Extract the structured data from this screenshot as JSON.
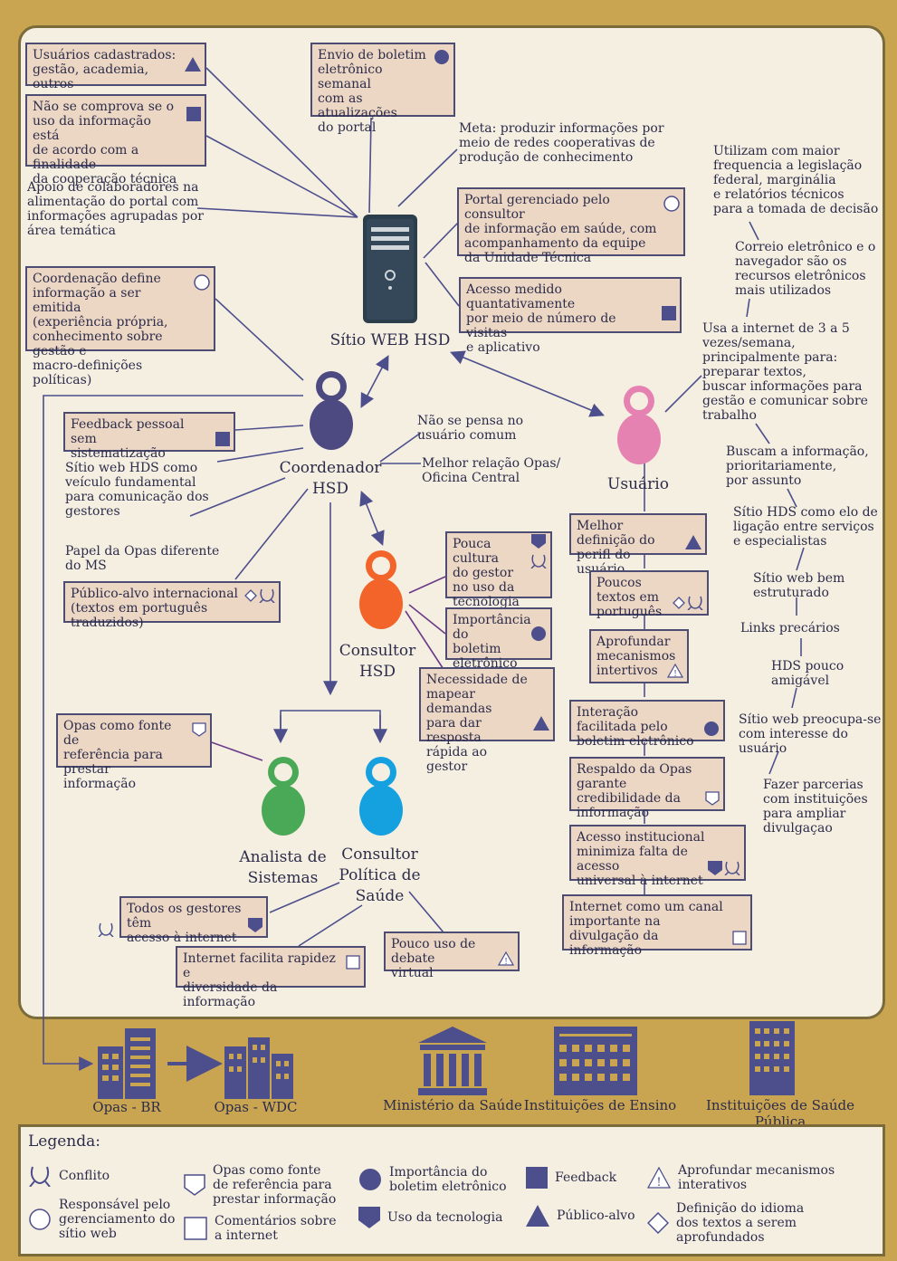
{
  "colors": {
    "accent": "#4d4f8c",
    "gold": "#c9a552",
    "box_fill": "#ecd7c4",
    "panel": "#f5efe2"
  },
  "server": {
    "label": "Sítio WEB HSD"
  },
  "people": {
    "coordinator": "Coordenador\nHSD",
    "user": "Usuário",
    "consultant": "Consultor\nHSD",
    "analyst": "Analista de\nSistemas",
    "policy": "Consultor\nPolítica de\nSaúde"
  },
  "boxes": {
    "usuarios_cadastrados": "Usuários cadastrados:\ngestão, academia, outros",
    "nao_se_comprova": "Não se comprova se o\nuso da informação está\nde acordo com a finalidade\nda cooperação técnica",
    "envio_boletim": "Envio de boletim\neletrônico semanal\ncom as atualizações\ndo portal",
    "portal_gerenciado": "Portal gerenciado pelo consultor\nde informação em saúde, com\nacompanhamento da equipe\nda Unidade Técnica",
    "acesso_medido": "Acesso medido quantativamente\npor meio de número de visitas\ne aplicativo",
    "coordenacao_define": "Coordenação define\ninformação a ser emitida\n(experiência própria,\nconhecimento sobre gestão e\nmacro-definições políticas)",
    "feedback_pessoal": "Feedback pessoal sem\nsistematização",
    "publico_alvo": "Público-alvo internacional\n(textos em português traduzidos)",
    "pouca_cultura": "Pouca cultura\ndo gestor\nno uso da\ntecnologia",
    "importancia_boletim": "Importância do\nboletim\neletrônico",
    "necessidade": "Necessidade de\nmapear demandas\npara dar resposta\nrápida ao gestor",
    "opas_fonte": "Opas como fonte de\nreferência para prestar\ninformação",
    "todos_gestores": "Todos os gestores têm\nacesso à internet",
    "internet_facilita": "Internet facilita rapidez e\ndiversidade da informação",
    "pouco_debate": "Pouco uso de debate\nvirtual",
    "melhor_definicao": "Melhor definição do\nperifl do usuário",
    "poucos_textos": "Poucos textos em\nportuguês",
    "aprofundar": "Aprofundar\nmecanismos\nintertivos",
    "interacao": "Interação facilitada pelo\nboletim eletrônico",
    "respaldo": "Respaldo da Opas\ngarante credibilidade da\ninformação",
    "acesso_institucional": "Acesso institucional\nminimiza falta de acesso\nuniversal à internet",
    "internet_canal": "Internet como um canal\nimportante na divulgação da\ninformação"
  },
  "texts": {
    "meta": "Meta: produzir informações por\nmeio de redes cooperativas de\nprodução de conhecimento",
    "apoio": "Apoio de colaboradores na\nalimentação do portal com\ninformações agrupadas por\nárea temática",
    "nao_pensa": "Não se pensa no\nusuário comum",
    "melhor_relacao": "Melhor relação Opas/\nOficina Central",
    "sitio_veiculo": "Sítio web HDS como\nveículo fundamental\npara comunicação dos\ngestores",
    "papel_opas": "Papel da Opas diferente\ndo MS",
    "utilizam": "Utilizam com maior\nfrequencia a legislação\nfederal, marginália\ne relatórios técnicos\npara a tomada de decisão",
    "correio": "Correio eletrônico e o\nnavegador são os\nrecursos eletrônicos\nmais utilizados",
    "usa_internet": "Usa a internet de 3 a 5\nvezes/semana,\nprincipalmente para:\npreparar textos,\nbuscar informações para\ngestão e comunicar sobre\ntrabalho",
    "buscam": "Buscam a informação,\nprioritariamente,\npor assunto",
    "sitio_elo": "Sítio HDS como elo de\nligação entre serviços\ne especialistas",
    "sitio_bem": "Sítio web bem\nestruturado",
    "links": "Links precários",
    "hds_pouco": "HDS pouco\namigável",
    "sitio_preocupa": "Sítio web preocupa-se\ncom interesse do\nusuário",
    "fazer_parcerias": "Fazer parcerias\ncom instituições\npara ampliar\ndivulgaçao"
  },
  "institutions": [
    "Opas - BR",
    "Opas - WDC",
    "Ministério da Saúde",
    "Instituições de Ensino",
    "Instituições de Saúde Pública"
  ],
  "legend": {
    "title": "Legenda:",
    "items": {
      "conflito": "Conflito",
      "responsavel": "Responsável pelo\ngerenciamento do\nsítio web",
      "opas_fonte": "Opas como fonte\nde referência para\nprestar informação",
      "comentarios": "Comentários sobre\na internet",
      "importancia": "Importância do\nboletim eletrônico",
      "uso_tecnologia": "Uso da tecnologia",
      "feedback": "Feedback",
      "publico_alvo": "Público-alvo",
      "aprofundar": "Aprofundar  mecanismos\ninterativos",
      "definicao": "Definição do idioma\ndos textos a serem\naprofundados"
    }
  }
}
